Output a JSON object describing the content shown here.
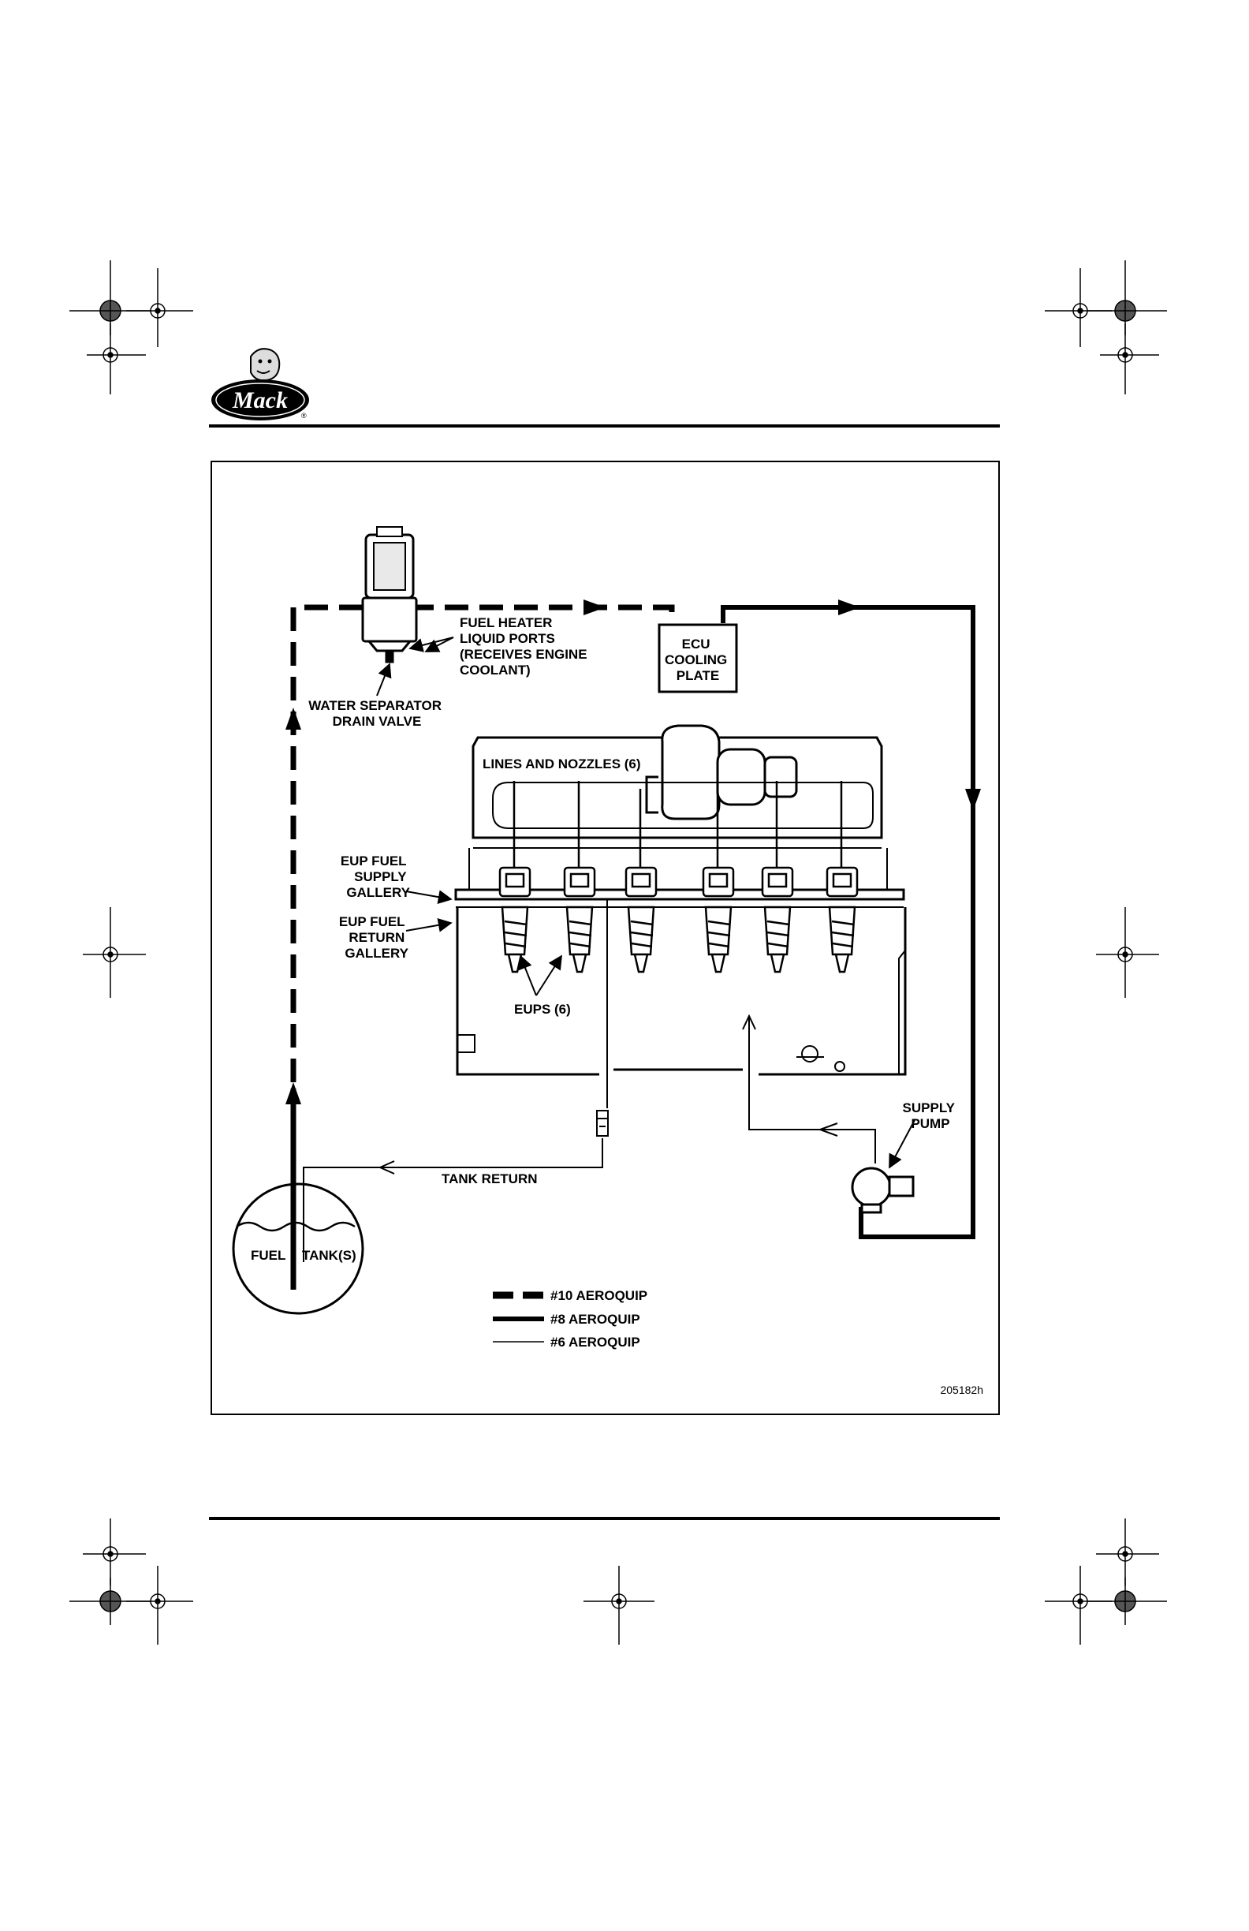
{
  "header": {
    "logo_text": "Mack",
    "logo_icon": "bulldog-logo-icon"
  },
  "diagram": {
    "labels": {
      "fuel_heater": [
        "FUEL HEATER",
        "LIQUID PORTS",
        "(RECEIVES ENGINE",
        "COOLANT)"
      ],
      "water_separator": [
        "WATER SEPARATOR",
        "DRAIN VALVE"
      ],
      "ecu": [
        "ECU",
        "COOLING",
        "PLATE"
      ],
      "lines_nozzles": "LINES AND NOZZLES (6)",
      "eup_supply": [
        "EUP FUEL",
        "SUPPLY",
        "GALLERY"
      ],
      "eup_return": [
        "EUP FUEL",
        "RETURN",
        "GALLERY"
      ],
      "eups": "EUPS (6)",
      "supply_pump": [
        "SUPPLY",
        "PUMP"
      ],
      "tank_return": "TANK RETURN",
      "fuel_tank_left": "FUEL",
      "fuel_tank_right": "TANK(S)"
    },
    "legend": [
      {
        "style": "dashed",
        "label": "#10 AEROQUIP"
      },
      {
        "style": "thick",
        "label": "#8 AEROQUIP"
      },
      {
        "style": "thin",
        "label": "#6 AEROQUIP"
      }
    ],
    "figure_id": "205182h"
  },
  "colors": {
    "ink": "#000000",
    "paper": "#ffffff"
  }
}
